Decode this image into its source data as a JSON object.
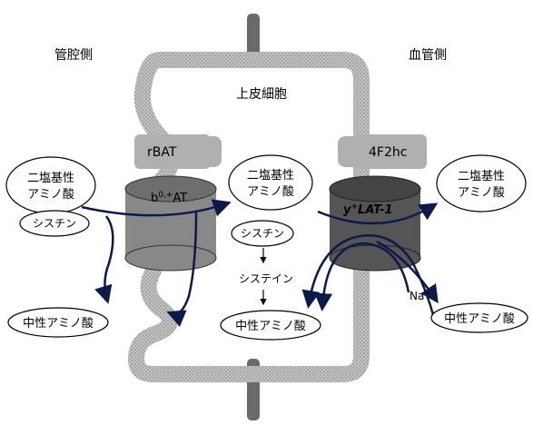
{
  "regions": {
    "lumen_side": "管腔側",
    "blood_side": "血管側",
    "cell": "上皮細胞"
  },
  "transporters": {
    "left_heavy_chain": "rBAT",
    "left_light_chain": "b",
    "left_light_chain_sup": "0,+",
    "left_light_chain_rest": "AT",
    "right_heavy_chain": "4F2hc",
    "right_light_chain": "y",
    "right_light_chain_sup": "+",
    "right_light_chain_rest": "LAT-1"
  },
  "molecules": {
    "left_dibasic": [
      "二塩基性",
      "アミノ酸"
    ],
    "left_cystine": "シスチン",
    "left_neutral": "中性アミノ酸",
    "center_dibasic": [
      "二塩基性",
      "アミノ酸"
    ],
    "center_cystine": "シスチン",
    "center_cysteine": "システイン",
    "center_neutral": "中性アミノ酸",
    "right_dibasic": [
      "二塩基性",
      "アミノ酸"
    ],
    "right_neutral": "中性アミノ酸",
    "sodium": "Na",
    "sodium_sup": "+"
  },
  "colors": {
    "membrane": "#b8b8b8",
    "stick": "#6a6a6a",
    "left_cylinder": "#888888",
    "right_cylinder": "#555555",
    "heavy_chain": "#b0b0b0",
    "arrow": "#0b1a4a"
  }
}
